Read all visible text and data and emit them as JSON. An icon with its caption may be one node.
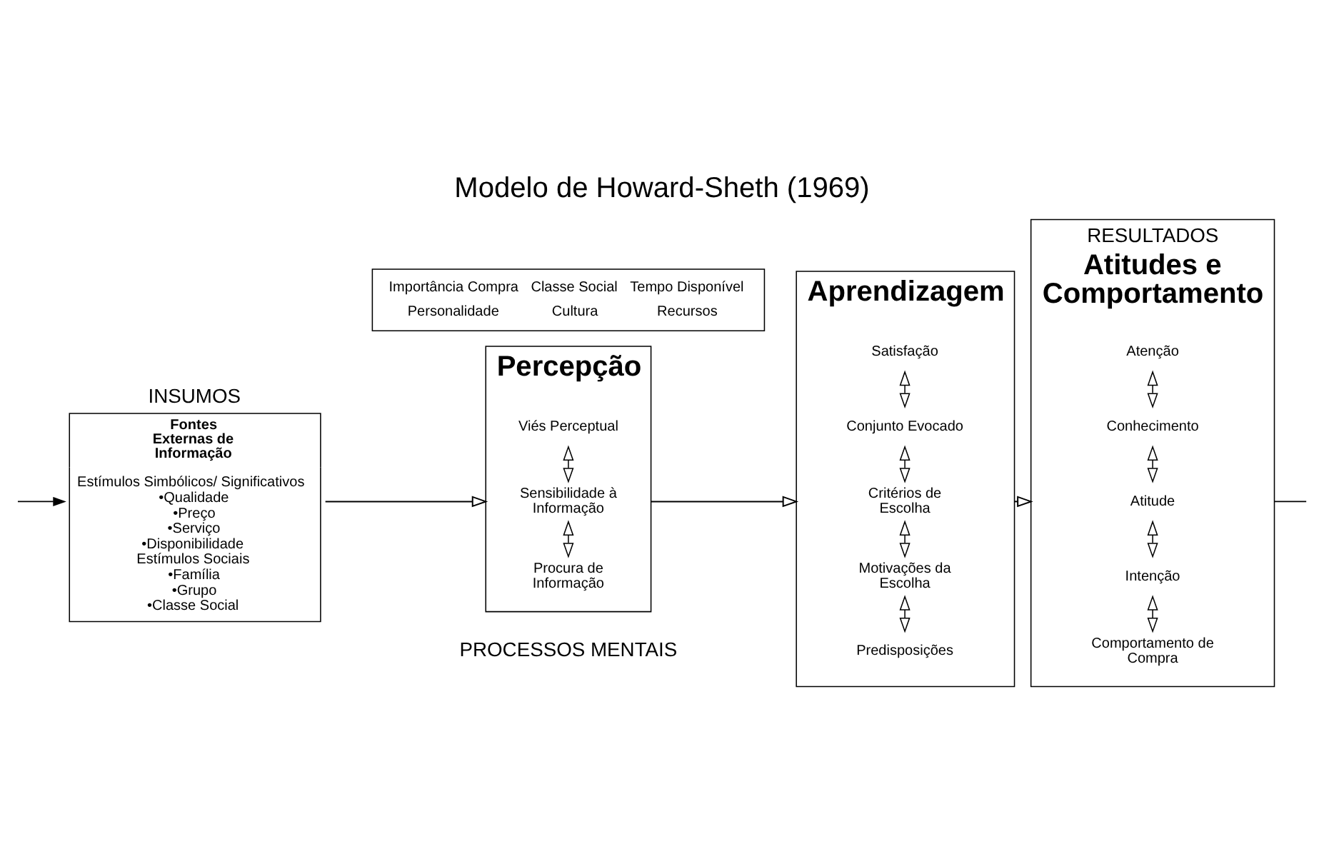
{
  "diagram": {
    "title": "Modelo de Howard-Sheth (1969)",
    "nodes": [
      {
        "text": [
          "INSUMOS",
          "Fontes Externas de Informação",
          "Estímulos Simbólicos/ Significativos",
          "•Qualidade",
          "•Preço",
          "•Serviço",
          "•Disponibilidade",
          "Estímulos Sociais",
          "•Família",
          "•Grupo",
          "•Classe Social"
        ]
      },
      {
        "text": [
          "Importância Compra",
          "Classe Social",
          "Tempo Disponível",
          "Personalidade",
          "Cultura",
          "Recursos"
        ]
      },
      {
        "text": [
          "Percepção"
        ]
      },
      {
        "text": [
          "Procura de Informação"
        ],
        "in": 2
      },
      {
        "text": [
          "Sensibilidade à Informação"
        ],
        "in": 2
      },
      {
        "text": [
          "Viés Perceptual"
        ],
        "in": 2
      },
      {
        "text": [
          "Aprendizagem"
        ]
      },
      {
        "text": [
          "Predisposições"
        ],
        "in": 6
      },
      {
        "text": [
          "Motivações da Escolha"
        ],
        "in": 6
      },
      {
        "text": [
          "Critérios de Escolha"
        ],
        "in": 6
      },
      {
        "text": [
          "Conjunto Evocado"
        ],
        "in": 6
      },
      {
        "text": [
          "Satisfação"
        ],
        "in": 6
      },
      {
        "text": [
          "RESULTADOS",
          "Atitudes e Comportamento"
        ]
      },
      {
        "text": [
          "Comportamento de Compra"
        ],
        "in": 12
      },
      {
        "text": [
          "Intenção"
        ],
        "in": 12
      },
      {
        "text": [
          "Atitude"
        ],
        "in": 12
      },
      {
        "text": [
          "Conhecimento"
        ],
        "in": 12
      },
      {
        "text": [
          "Atenção"
        ],
        "in": 12
      }
    ],
    "edges": [
      {
        "from": 0,
        "to": 2,
        "arrow": "to"
      },
      {
        "from": 3,
        "to": 4,
        "arrow": "both"
      },
      {
        "from": 4,
        "to": 5,
        "arrow": "both"
      },
      {
        "from": 2,
        "to": 6,
        "arrow": "to"
      },
      {
        "from": 7,
        "to": 8,
        "arrow": "both"
      },
      {
        "from": 8,
        "to": 9,
        "arrow": "both"
      },
      {
        "from": 9,
        "to": 10,
        "arrow": "both"
      },
      {
        "from": 10,
        "to": 11,
        "arrow": "both"
      },
      {
        "from": 6,
        "to": 12,
        "arrow": "to"
      },
      {
        "from": 13,
        "to": 14,
        "arrow": "both"
      },
      {
        "from": 14,
        "to": 15,
        "arrow": "both"
      },
      {
        "from": 15,
        "to": 16,
        "arrow": "both"
      },
      {
        "from": 16,
        "to": 17,
        "arrow": "both"
      },
      {
        "from": null,
        "to": 0,
        "arrow": "to"
      },
      {
        "from": 12,
        "to": null,
        "arrow": "none"
      }
    ],
    "labels": [
      "PROCESSOS MENTAIS"
    ]
  }
}
